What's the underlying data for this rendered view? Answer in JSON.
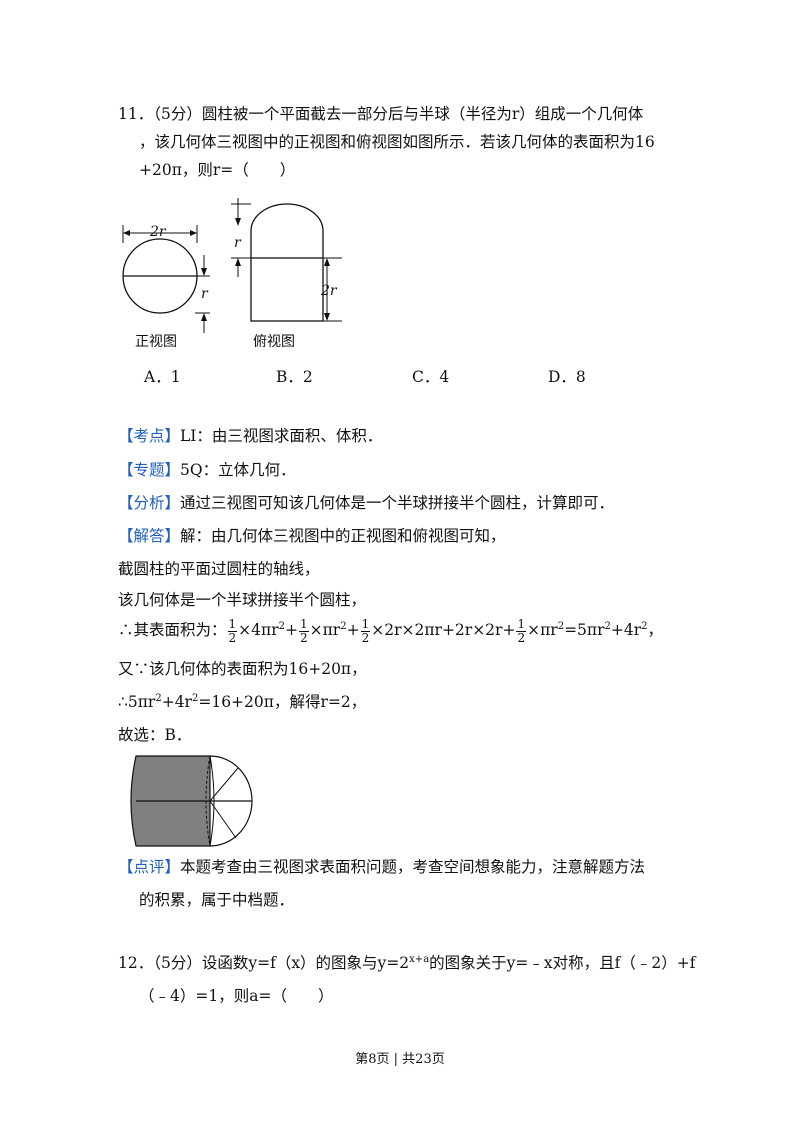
{
  "q11": {
    "line1": "11．（5分）圆柱被一个平面截去一部分后与半球（半径为r）组成一个几何体",
    "line2": "，该几何体三视图中的正视图和俯视图如图所示．若该几何体的表面积为16",
    "line3": "+20π，则r=（　　）",
    "fig_labels": {
      "two_r": "2r",
      "r": "r",
      "front_caption": "正视图",
      "top_caption": "俯视图"
    },
    "options": [
      "A．1",
      "B．2",
      "C．4",
      "D．8"
    ]
  },
  "solution": {
    "kaodian_tag": "【考点】",
    "kaodian_text": "LI：由三视图求面积、体积．",
    "zhuanti_tag": "【专题】",
    "zhuanti_text": "5Q：立体几何．",
    "fenxi_tag": "【分析】",
    "fenxi_text": "通过三视图可知该几何体是一个半球拼接半个圆柱，计算即可．",
    "jieda_tag": "【解答】",
    "jieda_text": "解：由几何体三视图中的正视图和俯视图可知，",
    "step1": "截圆柱的平面过圆柱的轴线，",
    "step2": "该几何体是一个半球拼接半个圆柱，",
    "formula_prefix": "∴其表面积为：",
    "formula_t1": "×4πr",
    "formula_t2": "+",
    "formula_t3": "×πr",
    "formula_t4": "+",
    "formula_t5": "×2r×2πr+2r×2r+",
    "formula_t6": "×πr",
    "formula_t7": "=5πr",
    "formula_t8": "+4r",
    "formula_end": "，",
    "frac_num": "1",
    "frac_den": "2",
    "sup2": "2",
    "step3": "又∵该几何体的表面积为16+20π，",
    "step4_a": "∴5πr",
    "step4_b": "+4r",
    "step4_c": "=16+20π，解得r=2，",
    "answer": "故选：B．",
    "dianping_tag": "【点评】",
    "dianping_text1": "本题考查由三视图求表面积问题，考查空间想象能力，注意解题方法",
    "dianping_text2": "的积累，属于中档题．"
  },
  "q12": {
    "line1_a": "12．（5分）设函数y=f（x）的图象与y=2",
    "line1_sup": "x+a",
    "line1_b": "的图象关于y=﹣x对称，且f（﹣2）+f",
    "line2": "（﹣4）=1，则a=（　　）"
  },
  "footer": "第8页 | 共23页",
  "colors": {
    "tag": "#1f5fbf",
    "text": "#111111",
    "fill_gray": "#808080"
  }
}
